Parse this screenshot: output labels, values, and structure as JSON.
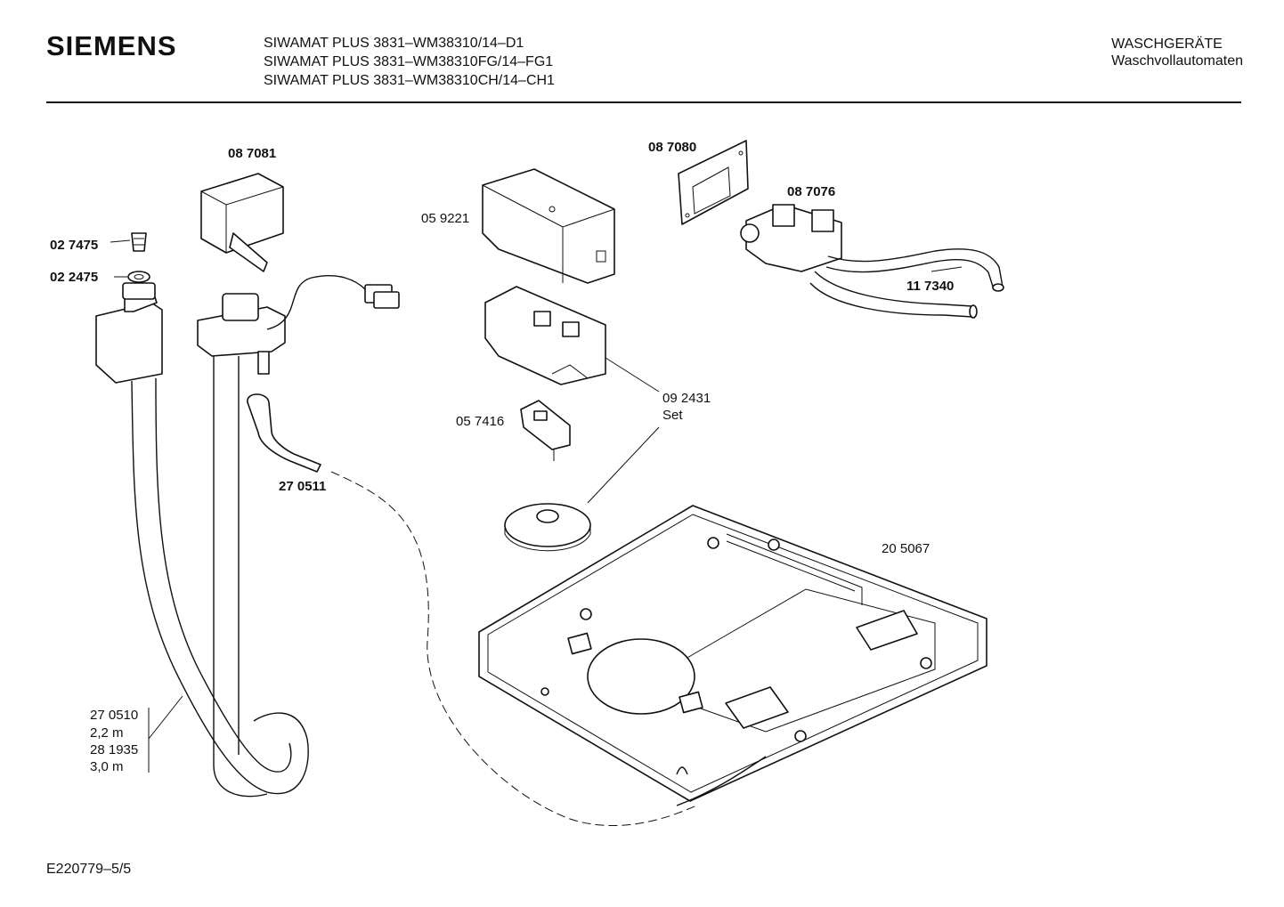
{
  "header": {
    "brand": "SIEMENS",
    "models": [
      "SIWAMAT PLUS 3831–WM38310/14–D1",
      "SIWAMAT PLUS 3831–WM38310FG/14–FG1",
      "SIWAMAT PLUS 3831–WM38310CH/14–CH1"
    ],
    "category_line1": "WASCHGERÄTE",
    "category_line2": "Waschvollautomaten"
  },
  "parts": {
    "p087081": "08 7081",
    "p027475": "02 7475",
    "p022475": "02 2475",
    "p059221": "05 9221",
    "p087080": "08 7080",
    "p087076": "08 7076",
    "p117340": "11 7340",
    "p092431": "09 2431",
    "p092431_set": "Set",
    "p057416": "05 7416",
    "p270511": "27 0511",
    "p205067": "20 5067",
    "hose_1": "27 0510",
    "hose_1_len": "2,2 m",
    "hose_2": "28 1935",
    "hose_2_len": "3,0 m"
  },
  "footer": {
    "code": "E220779–5/5"
  }
}
